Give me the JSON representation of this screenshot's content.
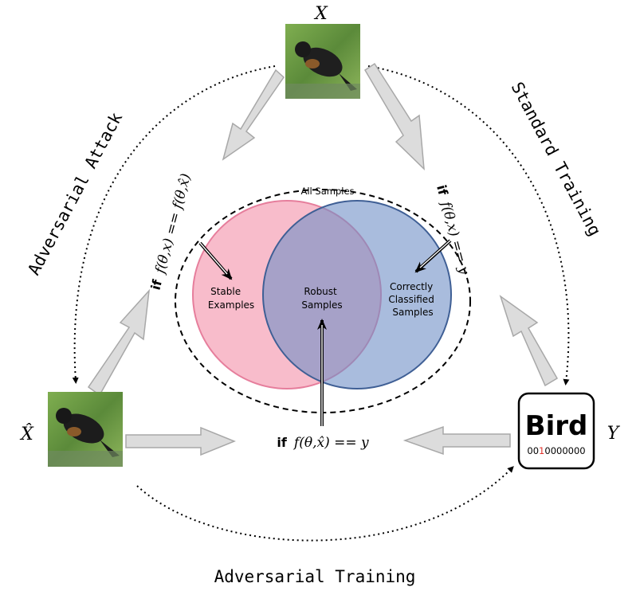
{
  "labels": {
    "x": "X",
    "x_hat": "X̂",
    "y": "Y",
    "adversarial_attack": "Adversarial Attack",
    "standard_training": "Standard Training",
    "adversarial_training": "Adversarial Training",
    "all_samples": "All Samples",
    "stable_examples_line1": "Stable",
    "stable_examples_line2": "Examples",
    "robust_samples_line1": "Robust",
    "robust_samples_line2": "Samples",
    "correctly_line1": "Correctly",
    "correctly_line2": "Classified",
    "correctly_line3": "Samples"
  },
  "conditions": {
    "if": "if",
    "stable": "f(θ,x) == f(θ,x̂)",
    "correct": "f(θ,x) == y",
    "robust": "f(θ,x̂) == y"
  },
  "label_box": {
    "word": "Bird",
    "code_prefix": "00",
    "code_hot": "1",
    "code_suffix": "0000000"
  },
  "colors": {
    "pink_circle": "#f4a3b8",
    "blue_circle": "#6f8fc7",
    "gray_arrow": "#dcdcdc",
    "hot_bit": "#e0302a"
  }
}
